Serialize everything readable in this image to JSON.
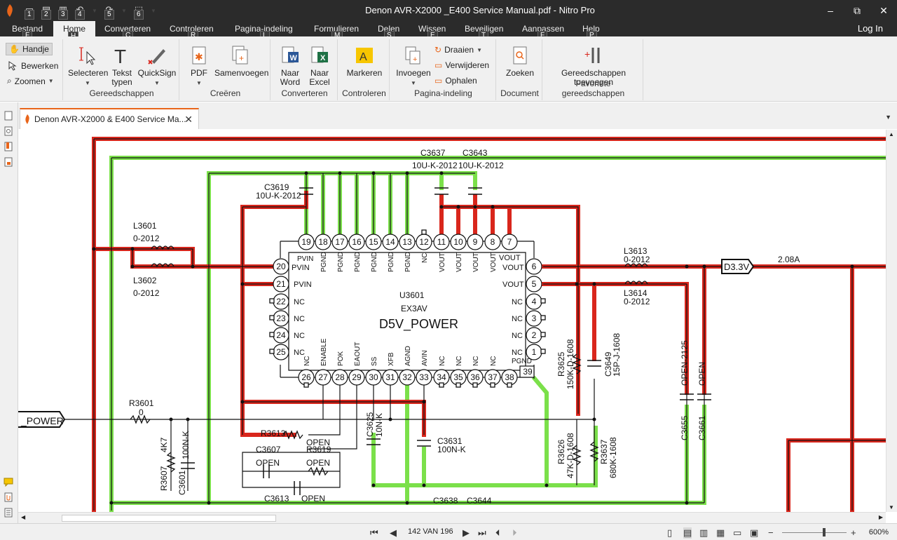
{
  "window": {
    "title": "Denon AVR-X2000 _E400 Service Manual.pdf - Nitro Pro",
    "qat_keys": [
      "1",
      "2",
      "3",
      "4",
      "5",
      "6"
    ],
    "controls": {
      "minimize": "–",
      "maximize": "⧉",
      "close": "✕"
    }
  },
  "menu": {
    "tabs": [
      {
        "label": "Bestand",
        "key": "F"
      },
      {
        "label": "Home",
        "key": "H"
      },
      {
        "label": "Converteren",
        "key": "C"
      },
      {
        "label": "Controleren",
        "key": "R"
      },
      {
        "label": "Pagina-indeling",
        "key": "L"
      },
      {
        "label": "Formulieren",
        "key": "M"
      },
      {
        "label": "Delen",
        "key": "S"
      },
      {
        "label": "Wissen",
        "key": "E"
      },
      {
        "label": "Beveiligen",
        "key": "T"
      },
      {
        "label": "Aanpassen",
        "key": "F"
      },
      {
        "label": "Help",
        "key": "P"
      }
    ],
    "login": "Log In"
  },
  "ribbon": {
    "nav": {
      "hand": "Handje",
      "edit": "Bewerken",
      "zoom": "Zoomen"
    },
    "tools": {
      "select": "Selecteren",
      "type_text_1": "Tekst",
      "type_text_2": "typen",
      "quicksign": "QuickSign",
      "group": "Gereedschappen"
    },
    "create": {
      "pdf": "PDF",
      "merge": "Samenvoegen",
      "group": "Creëren"
    },
    "convert": {
      "word_1": "Naar",
      "word_2": "Word",
      "excel_1": "Naar",
      "excel_2": "Excel",
      "group": "Converteren"
    },
    "review": {
      "highlight": "Markeren",
      "group": "Controleren"
    },
    "layout": {
      "insert": "Invoegen",
      "rotate": "Draaien",
      "delete": "Verwijderen",
      "extract": "Ophalen",
      "group": "Pagina-indeling"
    },
    "document": {
      "find": "Zoeken",
      "group": "Document"
    },
    "favorites": {
      "add_1": "Gereedschappen",
      "add_2": "toevoegen",
      "group": "Favoriete gereedschappen"
    }
  },
  "doc_tab": {
    "label": "Denon AVR-X2000 & E400 Service Ma...",
    "close": "✕"
  },
  "schematic": {
    "chip_ref": "U3601",
    "chip_part": "EX3AV",
    "chip_name": "D5V_POWER",
    "top_pins": [
      "19",
      "18",
      "17",
      "16",
      "15",
      "14",
      "13",
      "12",
      "11",
      "10",
      "9",
      "8",
      "7"
    ],
    "top_pin_labels": [
      "PVIN",
      "PGND",
      "PGND",
      "PGND",
      "PGND",
      "PGND",
      "PGND",
      "NC",
      "VOUT",
      "VOUT",
      "VOUT",
      "VOUT"
    ],
    "bottom_pins": [
      "26",
      "27",
      "28",
      "29",
      "30",
      "31",
      "32",
      "33",
      "34",
      "35",
      "36",
      "37",
      "38"
    ],
    "bottom_pin_labels": [
      "NC",
      "ENABLE",
      "POK",
      "EAOUT",
      "SS",
      "XFB",
      "AGND",
      "AVIN",
      "NC",
      "NC",
      "NC",
      "NC",
      "PGND"
    ],
    "left_pins": [
      "20",
      "21",
      "22",
      "23",
      "24",
      "25"
    ],
    "left_pin_labels": [
      "PVIN",
      "PVIN",
      "NC",
      "NC",
      "NC",
      "NC"
    ],
    "right_pins": [
      "6",
      "5",
      "4",
      "3",
      "2",
      "1"
    ],
    "right_pin_labels": [
      "VOUT",
      "VOUT",
      "NC",
      "NC",
      "NC",
      "NC"
    ],
    "extra_pin": "39",
    "extra_label": "VOUT",
    "labels": {
      "c3637": "C3637",
      "c3643": "C3643",
      "c3637v": "10U-K-2012",
      "c3643v": "10U-K-2012",
      "c3619": "C3619",
      "c3619v": "10U-K-2012",
      "l3601": "L3601",
      "l3601v": "0-2012",
      "l3602": "L3602",
      "l3602v": "0-2012",
      "l3613": "L3613",
      "l3613v": "0-2012",
      "l3614": "L3614",
      "l3614v": "0-2012",
      "d33v": "D3.3V",
      "current": "2.08A",
      "r3625": "R3625",
      "r3625v": "150K-D-1608",
      "c3649": "C3649",
      "c3649v": "15P-J-1608",
      "c3655": "C3655",
      "c3655v": "OPEN-2125",
      "c3661": "C3661",
      "c3661v": "OPEN",
      "power": "_POWER",
      "r3601": "R3601",
      "r3601v": "0",
      "r3607v": "4K7",
      "r3607": "R3607",
      "c3601v": "100N-K",
      "c3601": "C3601",
      "r3613": "R3613",
      "r3613v": "OPEN",
      "c3607": "C3607",
      "r3619": "R3619",
      "c3607v": "OPEN",
      "r3619v": "OPEN",
      "c3613": "C3613",
      "c3613v": "OPEN",
      "c3625": "C3625",
      "c3625v": "10N-K",
      "c3631": "C3631",
      "c3631v": "100N-K",
      "r3626": "R3626",
      "r3626v": "47K-D-1608",
      "r3637": "R3637",
      "r3637v": "680K-1608",
      "c3638": "C3638",
      "c3644": "C3644"
    }
  },
  "status": {
    "page": "142 VAN 196",
    "zoom": "600%"
  },
  "colors": {
    "red": "#d9261c",
    "green": "#7be04a",
    "orange": "#e8651a",
    "chrome": "#2b2b2b"
  }
}
